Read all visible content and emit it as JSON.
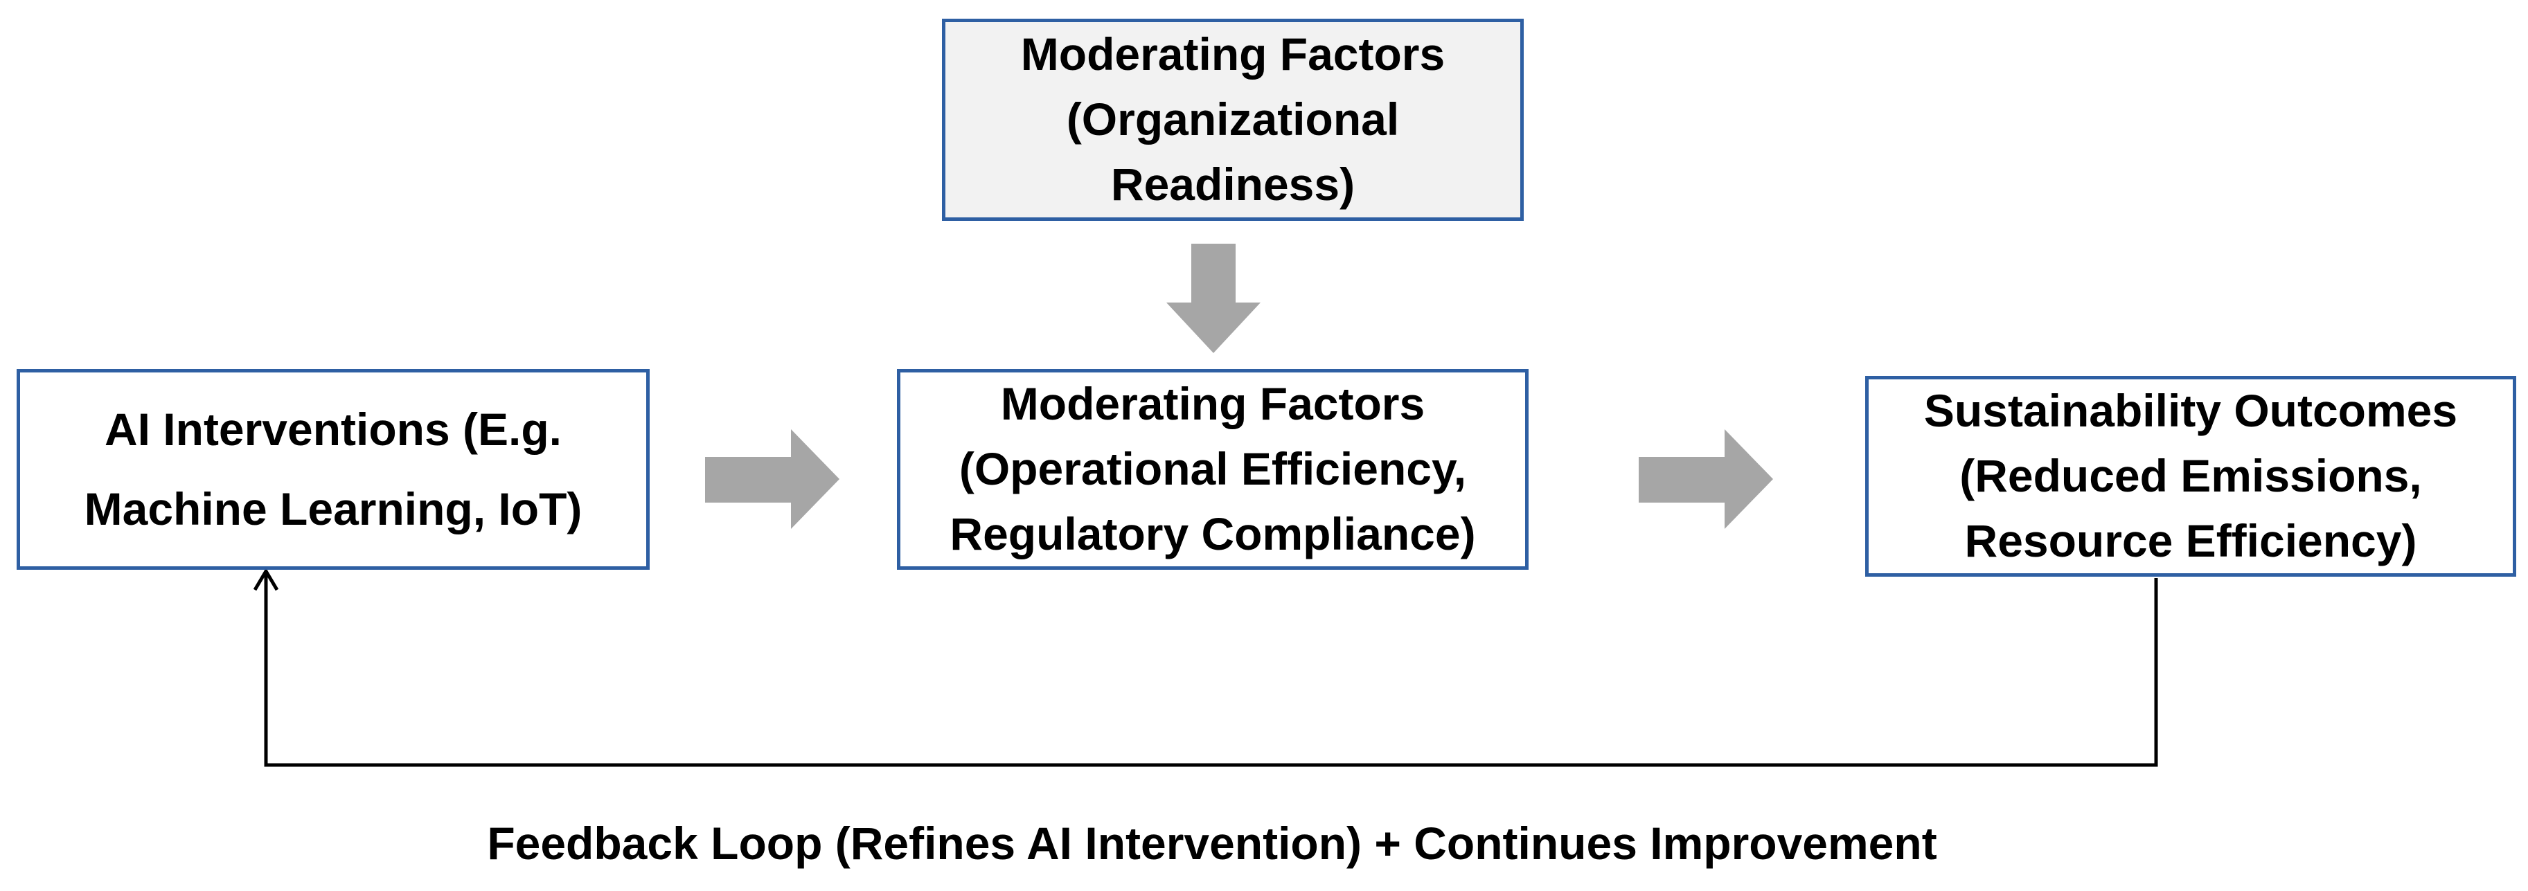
{
  "boxes": {
    "moderating_top": {
      "line1": "Moderating Factors",
      "line2": "(Organizational",
      "line3": "Readiness)"
    },
    "ai_interventions": {
      "line1": "AI Interventions (E.g.",
      "line2": "Machine Learning, IoT)"
    },
    "moderating_mid": {
      "line1": "Moderating Factors",
      "line2": "(Operational Efficiency,",
      "line3": "Regulatory Compliance)"
    },
    "sustainability": {
      "line1": "Sustainability Outcomes",
      "line2": "(Reduced Emissions,",
      "line3": "Resource Efficiency)"
    }
  },
  "caption": "Feedback Loop (Refines AI Intervention) + Continues Improvement",
  "colors": {
    "box_border": "#2e5fa3",
    "arrow_fill": "#a6a6a6",
    "top_box_fill": "#f2f2f2",
    "line": "#000000"
  }
}
